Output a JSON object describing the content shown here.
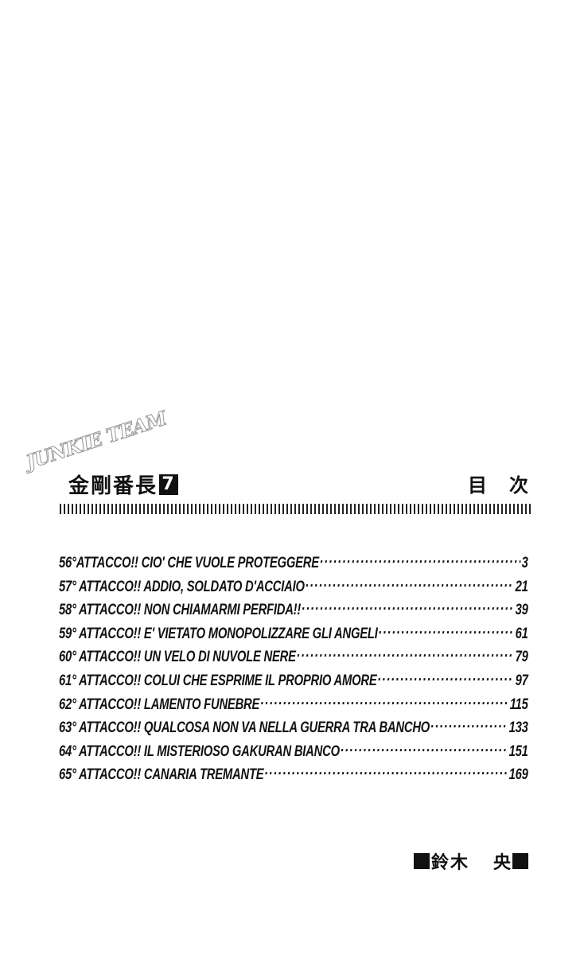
{
  "watermark": "JUNKIE TEAM",
  "header": {
    "series_title": "金剛番長",
    "volume_number": "7",
    "toc_heading": "目次"
  },
  "toc": {
    "entries": [
      {
        "chapter": "56°ATTACCO!! CIO' CHE VUOLE PROTEGGERE",
        "page": "3"
      },
      {
        "chapter": "57° ATTACCO!! ADDIO, SOLDATO D'ACCIAIO",
        "page": "21"
      },
      {
        "chapter": "58° ATTACCO!! NON CHIAMARMI PERFIDA!!",
        "page": "39"
      },
      {
        "chapter": "59° ATTACCO!! E' VIETATO MONOPOLIZZARE GLI ANGELI",
        "page": "61"
      },
      {
        "chapter": "60° ATTACCO!! UN VELO DI NUVOLE NERE",
        "page": "79"
      },
      {
        "chapter": "61° ATTACCO!! COLUI CHE ESPRIME IL PROPRIO AMORE",
        "page": "97"
      },
      {
        "chapter": "62° ATTACCO!! LAMENTO FUNEBRE",
        "page": "115"
      },
      {
        "chapter": "63° ATTACCO!! QUALCOSA NON VA NELLA GUERRA TRA BANCHO",
        "page": "133"
      },
      {
        "chapter": "64° ATTACCO!! IL MISTERIOSO GAKURAN BIANCO",
        "page": "151"
      },
      {
        "chapter": "65° ATTACCO!! CANARIA TREMANTE",
        "page": "169"
      }
    ]
  },
  "author": {
    "family_name": "鈴木",
    "given_name": "央"
  }
}
